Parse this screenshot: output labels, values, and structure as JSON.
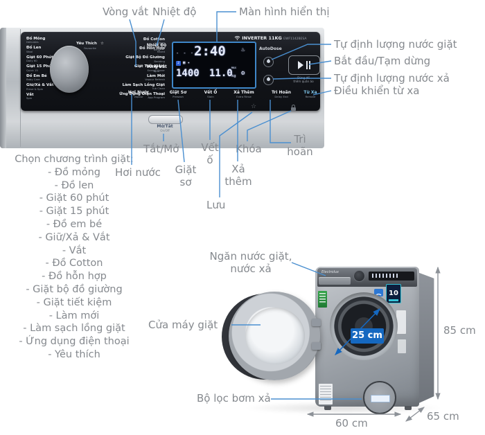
{
  "colors": {
    "accent_line": "#4a8fd0",
    "label_text": "#85898e",
    "display_callout_box": "#3f87c9",
    "badge_blue": "#1568c0",
    "panel_dark": "#14161b"
  },
  "callouts": {
    "spin_knob": "Vòng vắt",
    "temp": "Nhiệt độ",
    "display": "Màn hình hiển thị",
    "autodose_wash": "Tự định lượng nước giặt",
    "start_pause": "Bắt đầu/Tạm dừng",
    "autodose_rinse": "Tự định lượng nước xả",
    "remote": "Điều khiển từ xa",
    "power": "Tắt/Mở",
    "steam": "Hơi nước",
    "prewash": "Giặt\nsơ",
    "stain": "Vết\nố",
    "extra_rinse": "Xả\nthêm",
    "save": "Lưu",
    "lock": "Khóa",
    "delay": "Trì\nhoãn"
  },
  "program_list": {
    "title": "Chọn chương trình giặt:",
    "items": [
      "- Đồ mỏng",
      "- Đồ len",
      "- Giặt 60 phút",
      "- Giặt 15 phút",
      "- Đồ em bé",
      "- Giữ/Xả & Vắt",
      "- Vắt",
      "- Đồ Cotton",
      "- Đồ hỗn hợp",
      "- Giặt bộ đồ giường",
      "- Giặt tiết kiệm",
      "- Làm mới",
      "- Làm sạch lồng giặt",
      "- Ứng dụng điện thoại",
      "- Yêu thích"
    ]
  },
  "panel": {
    "brand": "INVERTER 11KG",
    "model": "EWF1142BESA",
    "favourite": {
      "vi": "Yêu Thích",
      "en": "Favourite"
    },
    "programs_left": [
      {
        "vi": "Đồ Mỏng",
        "en": "Delicates"
      },
      {
        "vi": "Đồ Len",
        "en": "Wool"
      },
      {
        "vi": "Giặt 60 Phút",
        "en": "Daily 60"
      },
      {
        "vi": "Giặt 15 Phút",
        "en": "Quick 15"
      },
      {
        "vi": "Đồ Em Bé",
        "en": "Baby Care"
      },
      {
        "vi": "Giữ/Xả & Vắt",
        "en": "Rinse & Spin"
      },
      {
        "vi": "Vắt",
        "en": "Spin"
      }
    ],
    "programs_right": [
      {
        "vi": "Đồ Cotton",
        "en": "Cottons"
      },
      {
        "vi": "Đồ Hỗn Hợp",
        "en": "Mixed"
      },
      {
        "vi": "Giặt Bộ Đồ Giường",
        "en": "Bedding"
      },
      {
        "vi": "Giặt Tiết Kiệm",
        "en": "Energy Saver"
      },
      {
        "vi": "Làm Mới",
        "en": "Vapour Refresh"
      },
      {
        "vi": "Làm Sạch Lồng Giặt",
        "en": "Tub Clean"
      },
      {
        "vi": "Ứng Dụng Điện Thoại",
        "en": "App Program"
      }
    ],
    "temp_btn": {
      "vi": "Nhiệt Độ",
      "en": "Temp"
    },
    "spin_btn": {
      "vi": "Vòng Vắt",
      "en": "Spin"
    },
    "display": {
      "dots": "- - ·",
      "time": "2:40",
      "rpm": "1400",
      "load": "11.0",
      "load_unit": "kg",
      "max": "MAX",
      "chip": "2"
    },
    "autodose": "AutoDose",
    "start_caption": "Dừng để\nthêm quần áo",
    "options": [
      {
        "vi": "Hơi Nước",
        "en": "Vapour"
      },
      {
        "vi": "Giặt Sơ",
        "en": "Prewash"
      },
      {
        "vi": "Vết Ố",
        "en": "Stain"
      },
      {
        "vi": "Xả Thêm",
        "en": "Extra Rinse"
      },
      {
        "vi": "Trì Hoãn",
        "en": "Delay End"
      },
      {
        "vi": "Từ Xa",
        "en": "Remote"
      }
    ],
    "power": {
      "vi": "Mở/Tắt",
      "en": "On/Off"
    }
  },
  "machine": {
    "brand": "Electrolux",
    "labels": {
      "drawer": "Ngăn nước giặt,\nnước xả",
      "door": "Cửa máy giặt",
      "filter": "Bộ lọc bơm xả"
    },
    "dimensions": {
      "drum": "25 cm",
      "height": "85 cm",
      "width": "60 cm",
      "depth": "65 cm"
    },
    "badge_warranty": "10"
  }
}
